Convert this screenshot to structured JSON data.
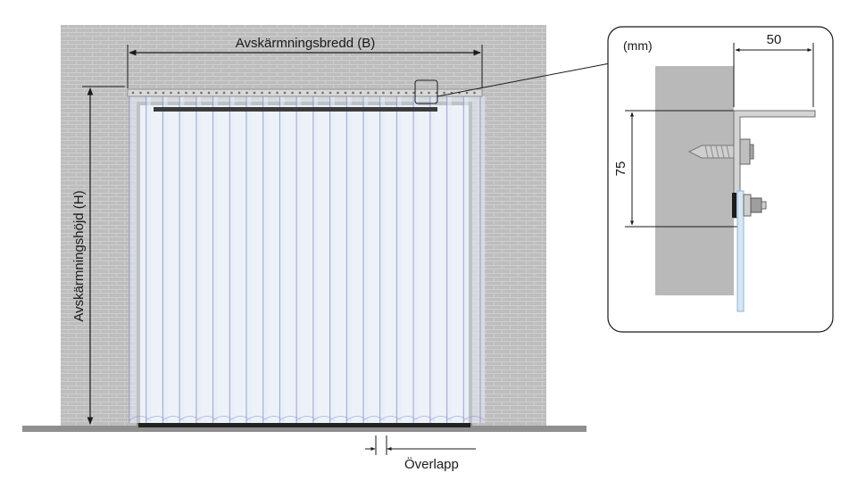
{
  "labels": {
    "width": "Avskärmningsbredd (B)",
    "height": "Avskärmningshöjd (H)",
    "overlap": "Överlapp",
    "unit": "(mm)",
    "dim_50": "50",
    "dim_75": "75"
  },
  "colors": {
    "wall": "#bdbcbd",
    "floor": "#9a9a9a",
    "strip": "#e6eef8",
    "strip_edge": "#7880c8",
    "frame": "#8c8c8c",
    "line": "#1a1a1a"
  },
  "strip_count": 21
}
